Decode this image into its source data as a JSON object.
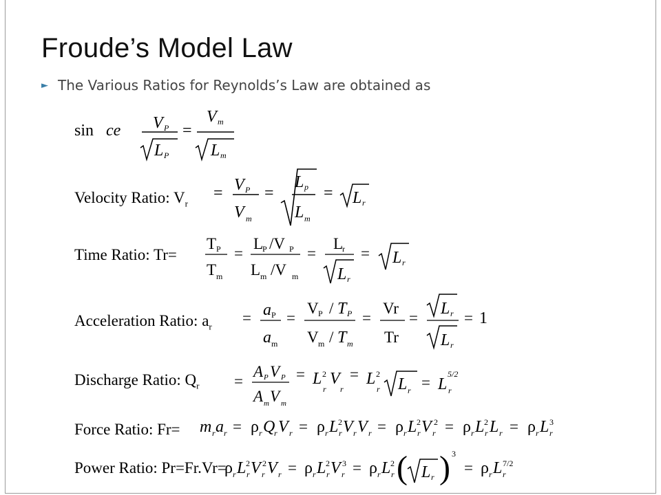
{
  "slide": {
    "title": "Froude’s Model Law",
    "bullet": "The Various Ratios for Reynolds’s Law are obtained as"
  },
  "equations": {
    "since": {
      "prefix": "sin",
      "word": "ce"
    },
    "velocity": {
      "label": "Velocity Ratio: V",
      "sub": "r"
    },
    "time": {
      "label": "Time Ratio: Tr="
    },
    "acceleration": {
      "label": "Acceleration Ratio: a",
      "sub": "r",
      "result": "1"
    },
    "discharge": {
      "label": "Discharge Ratio: Q",
      "sub": "r",
      "exp": "5/2"
    },
    "force": {
      "label": "Force Ratio: Fr=",
      "exp": "3"
    },
    "power": {
      "label": "Power Ratio: Pr=Fr.Vr=",
      "exp": "7/2"
    }
  },
  "colors": {
    "bullet_arrow": "#3a7fa8",
    "title": "#111111",
    "bullet_text": "#444444"
  }
}
